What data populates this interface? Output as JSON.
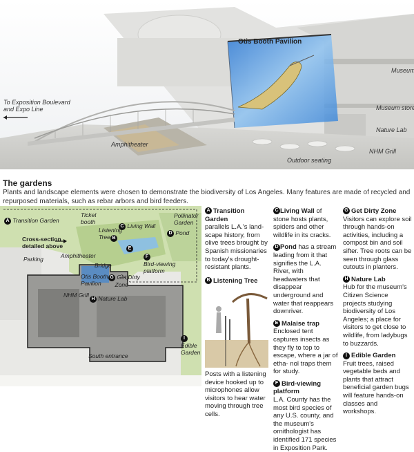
{
  "hero": {
    "labels": {
      "pavilion": "Otis Booth Pavilion",
      "museum": "Museum",
      "museum_store": "Museum store",
      "nature_lab": "Nature Lab",
      "nhm_grill": "NHM Grill",
      "outdoor_seating": "Outdoor seating",
      "amphitheater": "Amphitheater",
      "expo_line": [
        "To Exposition Boulevard",
        "and Expo Line"
      ]
    }
  },
  "section": {
    "title": "The gardens",
    "description": "Plants and landscape elements were chosen to demonstrate the biodiversity of Los Angeles. Many features are made of recycled and repurposed materials, such as rebar arbors and bird feeders."
  },
  "map": {
    "labels": {
      "transition_garden": "Transition Garden",
      "ticket_booth": [
        "Ticket",
        "booth"
      ],
      "listening_tree": [
        "Listening",
        "Tree"
      ],
      "living_wall": "Living Wall",
      "pollinator_garden": [
        "Pollinator",
        "Garden"
      ],
      "pond": "Pond",
      "cross_section": [
        "Cross-section",
        "detailed above"
      ],
      "amphitheater": "Amphitheater",
      "parking": "Parking",
      "bridge": "Bridge",
      "bird_viewing": [
        "Bird-viewing",
        "platform"
      ],
      "otis_booth": [
        "Otis Booth",
        "Pavilion"
      ],
      "get_dirty": [
        "Get Dirty",
        "Zone"
      ],
      "nhm_grill": "NHM Grill",
      "nature_lab": "Nature Lab",
      "edible_garden": [
        "Edible",
        "Garden"
      ],
      "south_entrance": "South entrance"
    }
  },
  "features": [
    {
      "badge": "A",
      "title": "Transition Garden",
      "text": "parallels L.A.'s land-scape history, from olive trees brought by Spanish missionaries to today's drought-resistant plants."
    },
    {
      "badge": "B",
      "title": "Listening Tree",
      "text": "Posts with a listening device hooked up to microphones allow visitors to hear water moving through tree cells."
    },
    {
      "badge": "C",
      "title": "Living Wall",
      "text": "of stone hosts plants, spiders and other wildlife in its cracks."
    },
    {
      "badge": "D",
      "title": "Pond",
      "text": "has a stream leading from it that signifies the L.A. River, with headwaters that disappear underground and water that reappears downriver."
    },
    {
      "badge": "E",
      "title": "Malaise trap",
      "text": "Enclosed tent captures insects as they fly to top to escape, where a jar of etha- nol traps them for study."
    },
    {
      "badge": "F",
      "title": "Bird-viewing platform",
      "text": "L.A. County has the most bird species of any U.S. county, and the museum's ornithologist has identified 171 species in Exposition Park."
    },
    {
      "badge": "G",
      "title": "Get Dirty Zone",
      "text": "Visitors can explore soil through hands-on activities, including a compost bin and soil sifter. Tree roots can be seen through glass cutouts in planters."
    },
    {
      "badge": "H",
      "title": "Nature Lab",
      "text": "Hub for the museum's Citizen Science projects studying biodiversity of Los Angeles; a place for visitors to get close to wildlife, from ladybugs to buzzards."
    },
    {
      "badge": "I",
      "title": "Edible Garden",
      "text": "Fruit trees, raised vegetable beds and plants that attract beneficial garden bugs will feature hands-on classes and workshops."
    }
  ]
}
